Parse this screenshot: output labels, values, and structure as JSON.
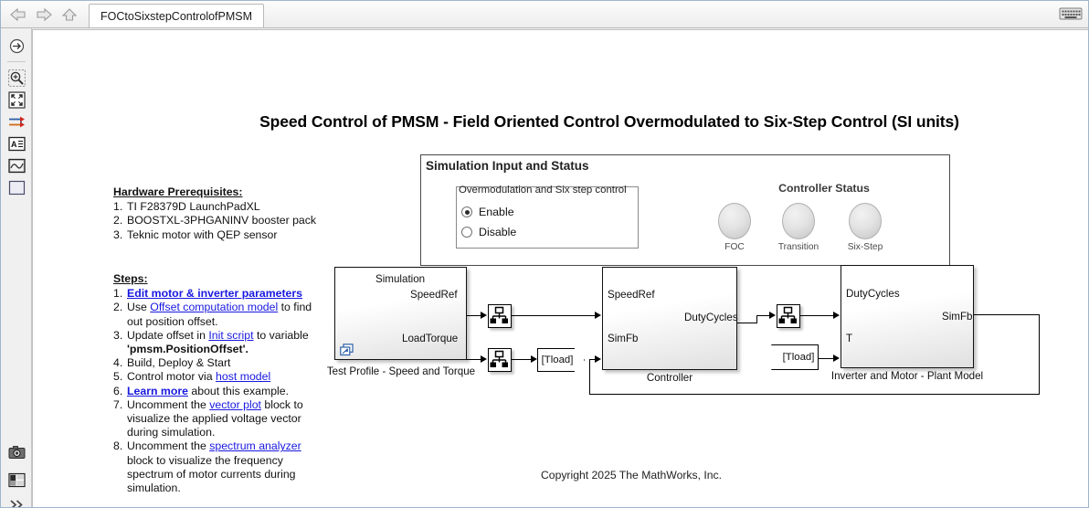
{
  "window": {
    "tab_label": "FOCtoSixstepControlofPMSM",
    "nav": {
      "back_icon": "back-arrow-icon",
      "forward_icon": "forward-arrow-icon",
      "up_icon": "up-arrow-icon"
    },
    "keyboard_icon": "keyboard-icon"
  },
  "left_toolbar": {
    "items": [
      {
        "icon": "navigate-icon",
        "name": "explore-mode-button"
      },
      {
        "icon": "zoom-in-icon",
        "name": "zoom-in-button"
      },
      {
        "icon": "fit-to-view-icon",
        "name": "fit-to-view-button"
      },
      {
        "icon": "signal-lines-icon",
        "name": "signal-highlight-button"
      },
      {
        "icon": "annotation-icon",
        "name": "annotation-button"
      },
      {
        "icon": "scope-icon",
        "name": "scope-button"
      },
      {
        "icon": "rectangle-icon",
        "name": "rectangle-button"
      },
      {
        "icon": "camera-icon",
        "name": "screenshot-button"
      },
      {
        "icon": "layout-icon",
        "name": "layout-button"
      },
      {
        "icon": "chevron-double-right-icon",
        "name": "expand-toolbar-button"
      }
    ]
  },
  "canvas": {
    "title": "Speed Control of PMSM - Field Oriented Control Overmodulated to Six-Step Control (SI units)",
    "copyright": "Copyright 2025 The MathWorks, Inc."
  },
  "hardware": {
    "heading": "Hardware Prerequisites:",
    "items": [
      {
        "num": "1.",
        "text": "TI F28379D LaunchPadXL"
      },
      {
        "num": "2.",
        "text": "BOOSTXL-3PHGANINV booster pack"
      },
      {
        "num": "3.",
        "text": "Teknic motor with QEP sensor"
      }
    ]
  },
  "steps": {
    "heading": "Steps:",
    "items": [
      {
        "num": "1.",
        "parts": [
          {
            "t": "Edit motor & inverter parameters",
            "k": "link-bold"
          }
        ]
      },
      {
        "num": "2.",
        "parts": [
          {
            "t": "Use ",
            "k": "plain"
          },
          {
            "t": "Offset computation model",
            "k": "link"
          },
          {
            "t": " to find out position offset.",
            "k": "plain"
          }
        ]
      },
      {
        "num": "3.",
        "parts": [
          {
            "t": "Update offset in ",
            "k": "plain"
          },
          {
            "t": "Init script",
            "k": "link"
          },
          {
            "t": " to variable ",
            "k": "plain"
          },
          {
            "t": "'pmsm.PositionOffset'.",
            "k": "bold"
          }
        ]
      },
      {
        "num": "4.",
        "parts": [
          {
            "t": "Build, Deploy & Start",
            "k": "plain"
          }
        ]
      },
      {
        "num": "5.",
        "parts": [
          {
            "t": "Control motor via ",
            "k": "plain"
          },
          {
            "t": "host model",
            "k": "link"
          }
        ]
      },
      {
        "num": "6.",
        "parts": [
          {
            "t": "Learn more",
            "k": "link-bold"
          },
          {
            "t": " about this example.",
            "k": "plain"
          }
        ]
      },
      {
        "num": "7.",
        "parts": [
          {
            "t": "Uncomment the ",
            "k": "plain"
          },
          {
            "t": "vector plot",
            "k": "link"
          },
          {
            "t": " block to visualize the applied voltage vector during simulation.",
            "k": "plain"
          }
        ]
      },
      {
        "num": "8.",
        "parts": [
          {
            "t": "Uncomment the ",
            "k": "plain"
          },
          {
            "t": "spectrum analyzer",
            "k": "link"
          },
          {
            "t": " block to visualize the frequency spectrum of motor currents during simulation.",
            "k": "plain"
          }
        ]
      }
    ]
  },
  "sim_panel": {
    "title": "Simulation Input and Status",
    "radio_group_label": "Overmodulation and Six step control",
    "options": [
      {
        "label": "Enable",
        "selected": true
      },
      {
        "label": "Disable",
        "selected": false
      }
    ],
    "controller_status_title": "Controller Status",
    "lamps": [
      {
        "label": "FOC",
        "on": false
      },
      {
        "label": "Transition",
        "on": false
      },
      {
        "label": "Six-Step",
        "on": false
      }
    ]
  },
  "diagram": {
    "blocks": [
      {
        "name": "test-profile-block",
        "caption": "Test Profile - Speed and Torque",
        "inner_label": "Simulation",
        "out_ports": [
          "SpeedRef",
          "LoadTorque"
        ],
        "in_ports": []
      },
      {
        "name": "controller-block",
        "caption": "Controller",
        "in_ports": [
          "SpeedRef",
          "SimFb"
        ],
        "out_ports": [
          "DutyCycles"
        ]
      },
      {
        "name": "plant-model-block",
        "caption": "Inverter and Motor - Plant Model",
        "in_ports": [
          "DutyCycles",
          "T"
        ],
        "out_ports": [
          "SimFb"
        ]
      }
    ],
    "tags": [
      {
        "name": "goto-tload",
        "label": "[Tload]",
        "kind": "goto"
      },
      {
        "name": "from-tload",
        "label": "[Tload]",
        "kind": "from"
      }
    ],
    "probes": [
      {
        "name": "probe-speedref",
        "icon": "signal-probe-icon"
      },
      {
        "name": "probe-loadtorque",
        "icon": "signal-probe-icon"
      },
      {
        "name": "probe-dutycycles",
        "icon": "signal-probe-icon"
      }
    ]
  }
}
